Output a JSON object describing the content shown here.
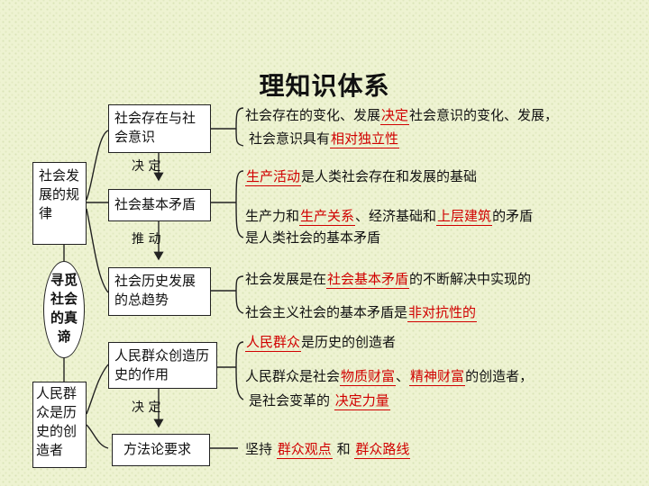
{
  "title": "理知识体系",
  "center": "寻觅社会的真谛",
  "left_top": "社会发展的规律",
  "left_bottom": "人民群众是历史的创造者",
  "nodes": {
    "n1": "社会存在与社会意识",
    "n2": "社会基本矛盾",
    "n3": "社会历史发展的总趋势",
    "n4": "人民群众创造历史的作用",
    "n5": "方法论要求"
  },
  "arrows": {
    "a1": "决 定",
    "a2": "推 动",
    "a3": "决 定"
  },
  "statements": {
    "s1a": [
      "社会存在的变化、发展",
      "决定",
      "社会意识的变化、发展，"
    ],
    "s1b": [
      "社会意识具有",
      "相对独立性"
    ],
    "s2a": [
      "生产活动",
      "是人类社会存在和发展的基础"
    ],
    "s2b": [
      "生产力和",
      "生产关系",
      "、经济基础和",
      "上层建筑",
      "的矛盾"
    ],
    "s2c": "是人类社会的基本矛盾",
    "s3a": [
      "社会发展是在",
      "社会基本矛盾",
      "的不断解决中实现的"
    ],
    "s3b": [
      "社会主义社会的基本矛盾是",
      "非对抗性的"
    ],
    "s4a": [
      "人民群众",
      "是历史的创造者"
    ],
    "s4b": [
      "人民群众是社会",
      "物质财富",
      "、",
      "精神财富",
      "的创造者，"
    ],
    "s4c": [
      "是社会变革的",
      "决定力量"
    ],
    "s5": [
      "坚持",
      "群众观点",
      "和",
      "群众路线"
    ]
  }
}
